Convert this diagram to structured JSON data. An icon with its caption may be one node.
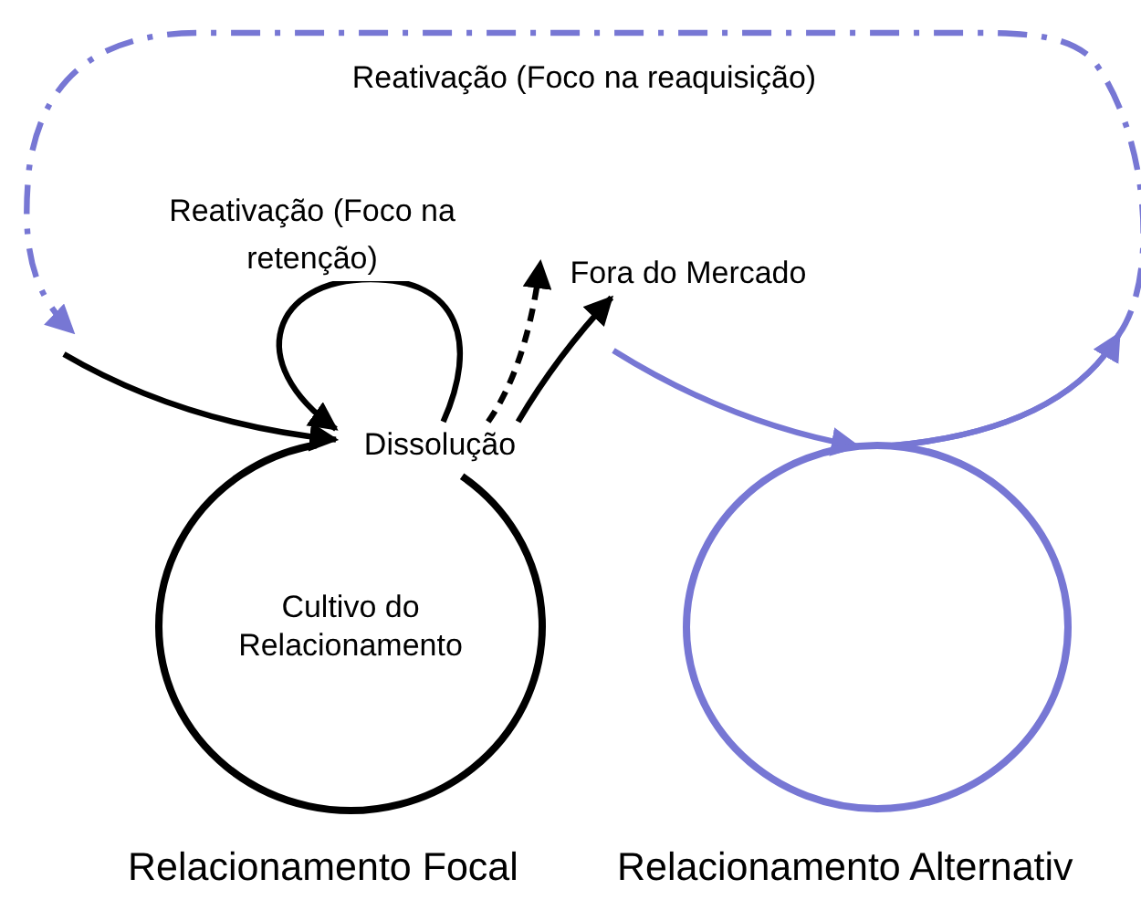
{
  "diagram": {
    "nodes": [
      {
        "text": [
          "Cultivo do Relacionamento"
        ],
        "beside": [
          "Relacionamento Focal"
        ]
      },
      {
        "text": [],
        "shape": "circle",
        "beside": [
          "Relacionamento Alternativ"
        ]
      },
      {
        "text": [
          "Dissolução"
        ]
      },
      {
        "text": [
          "Fora do Mercado"
        ]
      }
    ],
    "edges": [
      {
        "from": null,
        "to": 2,
        "arrow": "to"
      },
      {
        "from": 2,
        "to": 2,
        "arrow": "to",
        "label": "Reativação (Foco na retenção)"
      },
      {
        "from": 2,
        "to": 3,
        "arrow": "to",
        "style": "dashed"
      },
      {
        "from": 2,
        "to": 3,
        "arrow": "to"
      },
      {
        "from": null,
        "to": 1,
        "arrow": "to",
        "color": "#7777d4"
      },
      {
        "from": 1,
        "to": null,
        "arrow": "to",
        "color": "#7777d4"
      },
      {
        "from": 1,
        "to": null,
        "arrow": "to",
        "style": "dashed",
        "color": "#7777d4",
        "label": "Reativação (Foco na reaquisição)"
      }
    ]
  }
}
